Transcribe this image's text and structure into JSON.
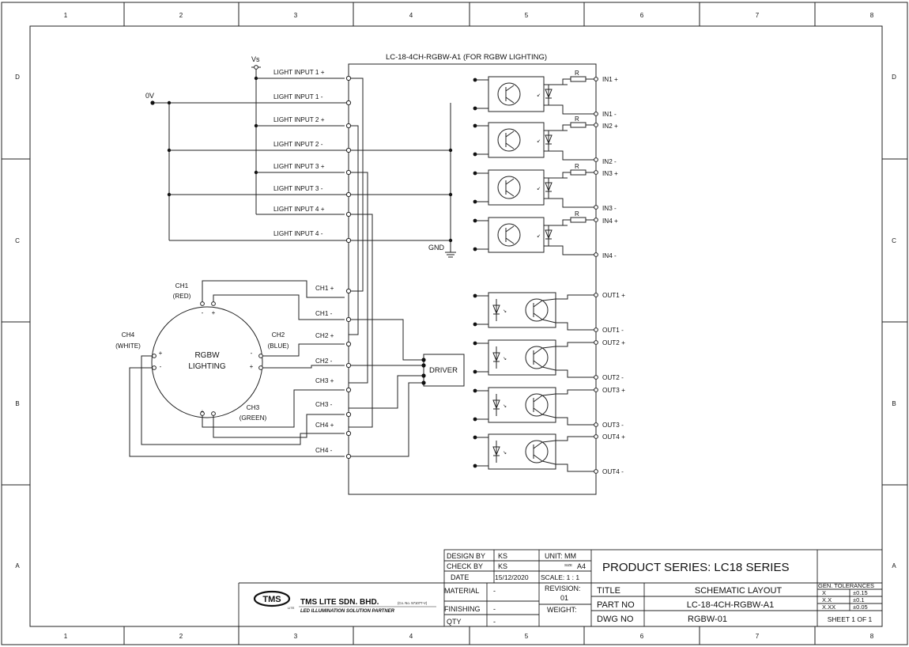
{
  "border": {
    "columns": [
      "1",
      "2",
      "3",
      "4",
      "5",
      "6",
      "7",
      "8"
    ],
    "rows": [
      "D",
      "C",
      "B",
      "A"
    ]
  },
  "board": {
    "title": "LC-18-4CH-RGBW-A1 (FOR RGBW LIGHTING)",
    "vs_label": "Vs",
    "zero_v_label": "0V",
    "gnd_label": "GND",
    "resistor_label": "R",
    "driver_label": "DRIVER",
    "light_inputs": [
      "LIGHT INPUT 1 +",
      "LIGHT INPUT 1 -",
      "LIGHT INPUT 2 +",
      "LIGHT INPUT 2 -",
      "LIGHT INPUT 3 +",
      "LIGHT INPUT 3 -",
      "LIGHT INPUT 4 +",
      "LIGHT INPUT 4 -"
    ],
    "ch_pins": [
      "CH1 +",
      "CH1 -",
      "CH2 +",
      "CH2 -",
      "CH3 +",
      "CH3 -",
      "CH4 +",
      "CH4 -"
    ],
    "in_pins": [
      "IN1 +",
      "IN1 -",
      "IN2 +",
      "IN2 -",
      "IN3 +",
      "IN3 -",
      "IN4 +",
      "IN4 -"
    ],
    "out_pins": [
      "OUT1 +",
      "OUT1 -",
      "OUT2 +",
      "OUT2 -",
      "OUT3 +",
      "OUT3 -",
      "OUT4 +",
      "OUT4 -"
    ]
  },
  "lighting": {
    "label_line1": "RGBW",
    "label_line2": "LIGHTING",
    "ch1": [
      "CH1",
      "(RED)"
    ],
    "ch2": [
      "CH2",
      "(BLUE)"
    ],
    "ch3": [
      "CH3",
      "(GREEN)"
    ],
    "ch4": [
      "CH4",
      "(WHITE)"
    ],
    "plus": "+",
    "minus": "-"
  },
  "title_block": {
    "design_by_label": "DESIGN BY",
    "design_by": "KS",
    "check_by_label": "CHECK BY",
    "check_by": "KS",
    "date_label": "DATE",
    "date": "15/12/2020",
    "unit": "UNIT:  MM",
    "size_small": "SIZE",
    "size": "A4",
    "scale": "SCALE: 1 : 1",
    "material_label": "MATERIAL",
    "material": "-",
    "revision_label": "REVISION:",
    "revision": "01",
    "finishing_label": "FINISHING",
    "finishing": "-",
    "weight_label": "WEIGHT:",
    "qty_label": "QTY",
    "qty": "-",
    "product_series": "PRODUCT SERIES:   LC18 SERIES",
    "title_label": "TITLE",
    "title": "SCHEMATIC  LAYOUT",
    "part_no_label": "PART NO",
    "part_no": "LC-18-4CH-RGBW-A1",
    "dwg_no_label": "DWG NO",
    "dwg_no": "RGBW-01",
    "tol_header": "GEN. TOLERANCES",
    "tol": [
      [
        "X",
        "±0.15"
      ],
      [
        "X.X",
        "±0.1"
      ],
      [
        "X.XX",
        "±0.05"
      ]
    ],
    "sheet": "SHEET 1 OF 1",
    "company": "TMS LITE SDN. BHD.",
    "company_reg": "(Co. No. 571077-V)",
    "company_tag": "LED ILLUMINATION SOLUTION PARTNER",
    "logo_text": "TMS",
    "logo_sub": "LITE"
  }
}
